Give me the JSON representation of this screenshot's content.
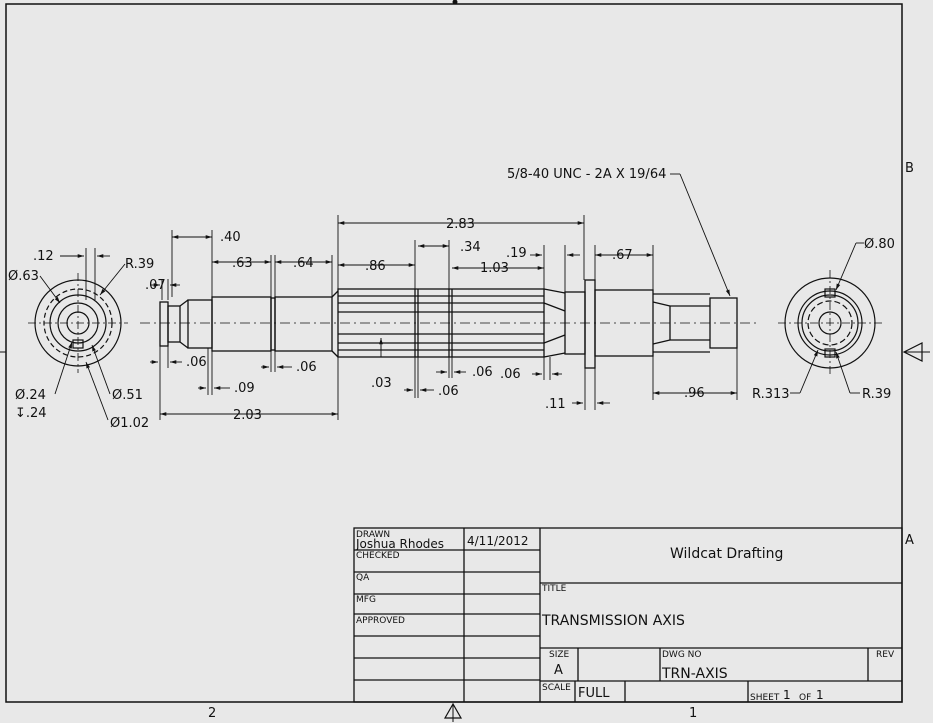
{
  "zone_labels": {
    "right_top": "B",
    "right_mid": "A",
    "bottom_left": "2",
    "bottom_right": "1"
  },
  "annotations": {
    "thread_callout": "5/8-40 UNC - 2A X 19/64",
    "left_view": {
      "d12": ".12",
      "r39": "R.39",
      "dia63": "Ø.63",
      "d07": ".07",
      "dia24": "Ø.24",
      "depth24": "↧.24",
      "dia51": "Ø.51",
      "dia102": "Ø1.02"
    },
    "front_view": {
      "d40": ".40",
      "d63": ".63",
      "d64": ".64",
      "d86": ".86",
      "d283": "2.83",
      "d34": ".34",
      "d103": "1.03",
      "d19": ".19",
      "d67": ".67",
      "d06a": ".06",
      "d09": ".09",
      "d06b": ".06",
      "d03": ".03",
      "d06c": ".06",
      "d06d": ".06",
      "d06e": ".06",
      "d203": "2.03",
      "d11": ".11",
      "d96": ".96"
    },
    "right_view": {
      "dia80": "Ø.80",
      "r313": "R.313",
      "r39": "R.39"
    }
  },
  "title_block": {
    "drawn_label": "DRAWN",
    "drawn_by": "Joshua Rhodes",
    "drawn_date": "4/11/2012",
    "checked_label": "CHECKED",
    "qa_label": "QA",
    "mfg_label": "MFG",
    "approved_label": "APPROVED",
    "company": "Wildcat Drafting",
    "title_label": "TITLE",
    "title": "TRANSMISSION AXIS",
    "size_label": "SIZE",
    "size": "A",
    "dwg_no_label": "DWG NO",
    "dwg_no": "TRN-AXIS",
    "rev_label": "REV",
    "scale_label": "SCALE",
    "scale": "FULL",
    "sheet_label": "SHEET",
    "sheet_num": "1",
    "of_label": "OF",
    "sheet_total": "1"
  }
}
